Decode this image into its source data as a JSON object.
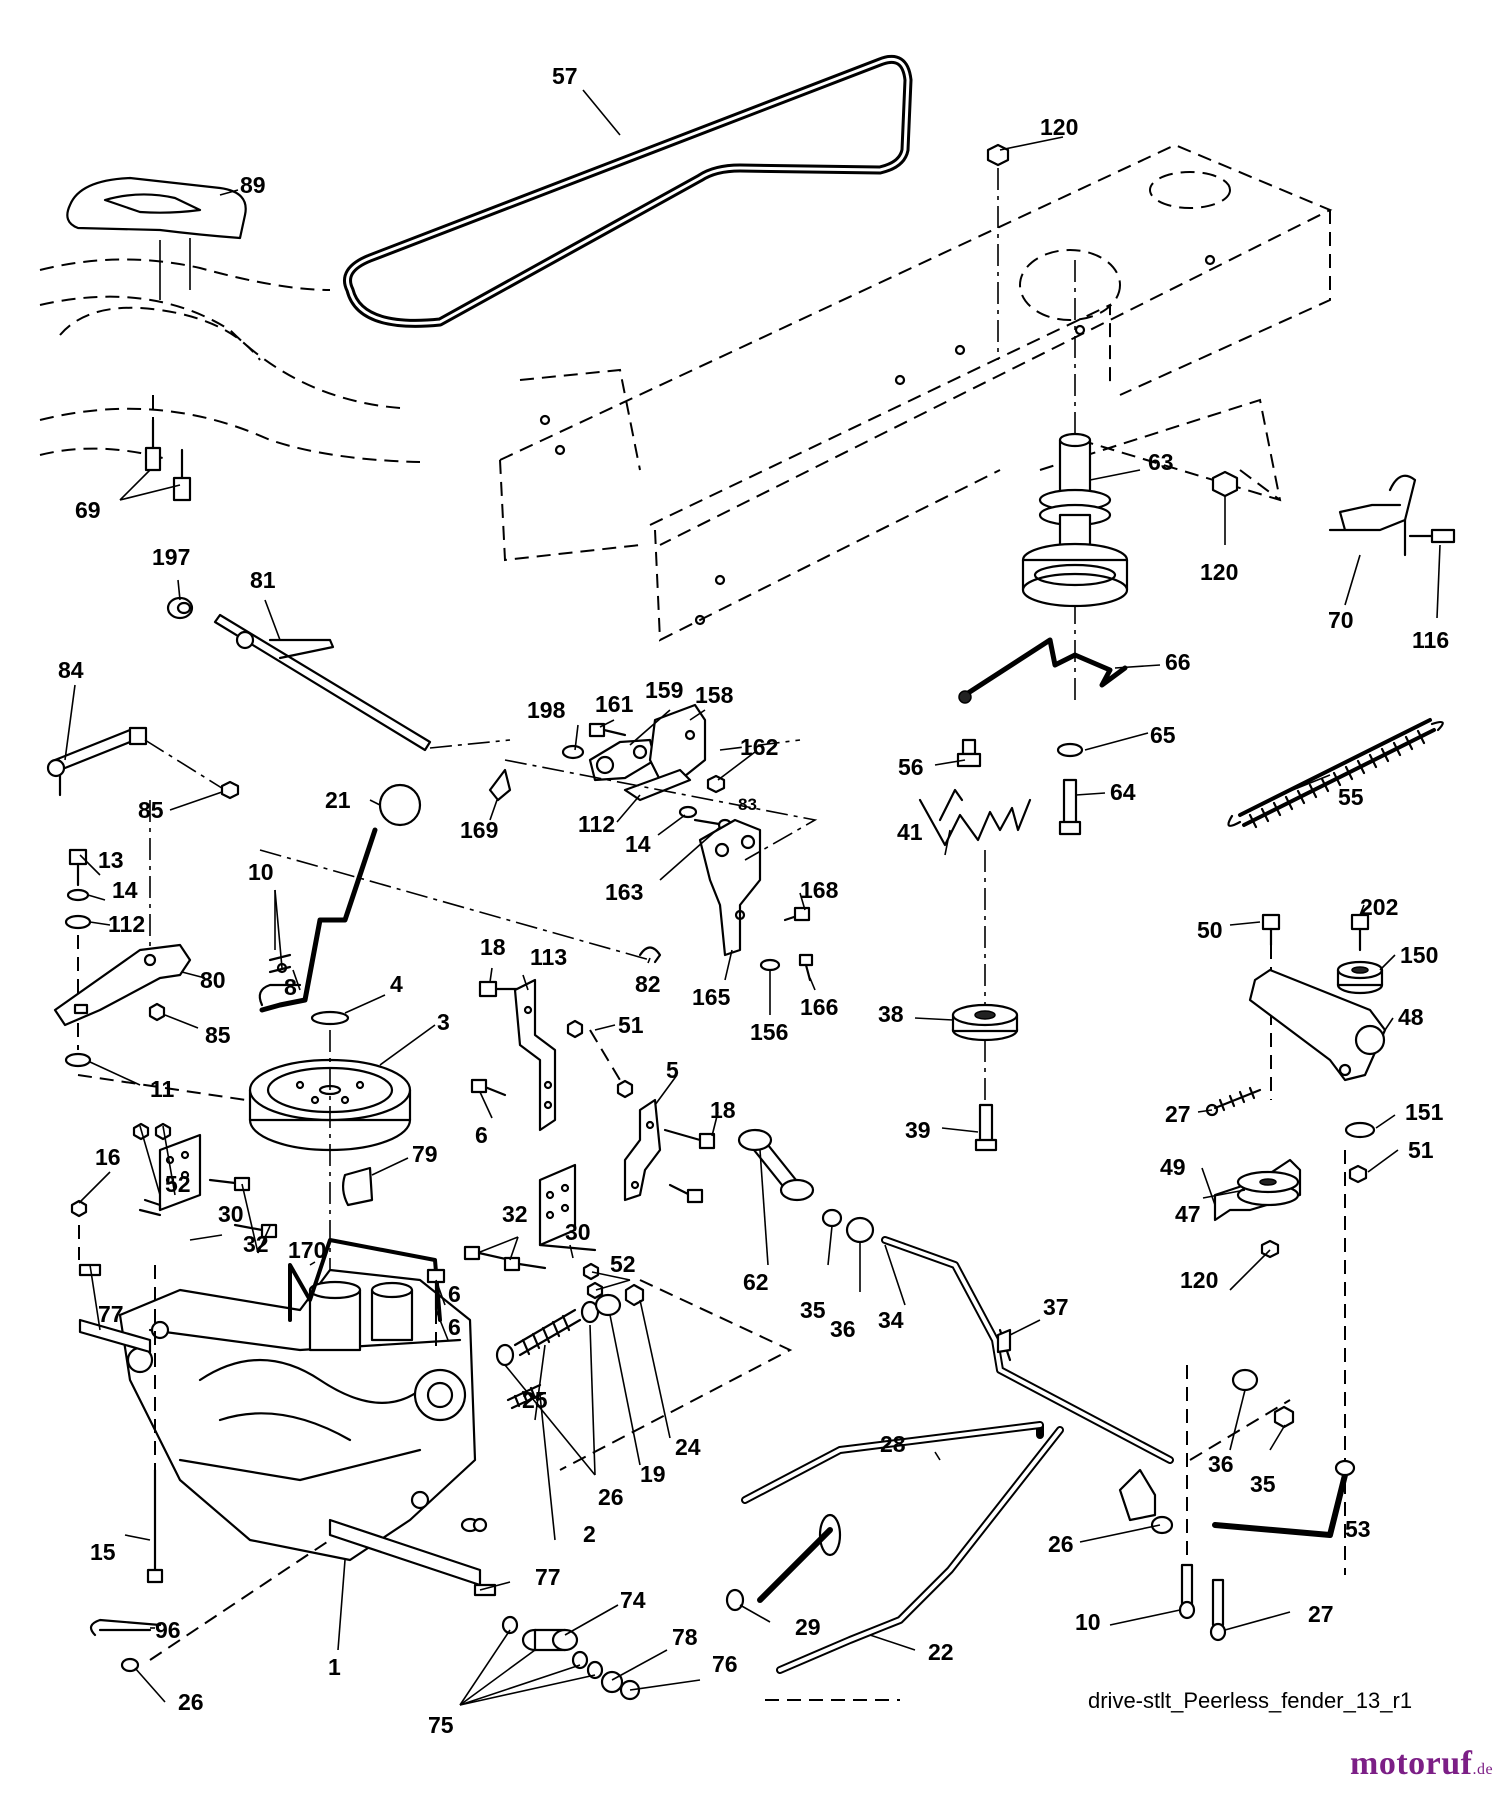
{
  "caption": "drive-stlt_Peerless_fender_13_r1",
  "brand": {
    "name": "motoruf",
    "tld": ".de",
    "color": "#7c1f86"
  },
  "callouts": {
    "c57": "57",
    "c120a": "120",
    "c89": "89",
    "c69": "69",
    "c63": "63",
    "c120b": "120",
    "c70": "70",
    "c116": "116",
    "c197": "197",
    "c81": "81",
    "c84": "84",
    "c66": "66",
    "c85a": "85",
    "c198": "198",
    "c161": "161",
    "c159": "159",
    "c158": "158",
    "c162": "162",
    "c65": "65",
    "c56": "56",
    "c64": "64",
    "c55": "55",
    "c21": "21",
    "c169": "169",
    "c112a": "112",
    "c14a": "14",
    "c83": "83",
    "c163": "163",
    "c41": "41",
    "c13": "13",
    "c10a": "10",
    "c14b": "14",
    "c112b": "112",
    "c80": "80",
    "c8": "8",
    "c4": "4",
    "c82": "82",
    "c168": "168",
    "c165": "165",
    "c166": "166",
    "c156": "156",
    "c18a": "18",
    "c113": "113",
    "c50": "50",
    "c202": "202",
    "c150": "150",
    "c38": "38",
    "c48": "48",
    "c85b": "85",
    "c3": "3",
    "c11": "11",
    "c51a": "51",
    "c6a": "6",
    "c5": "5",
    "c18b": "18",
    "c27a": "27",
    "c151": "151",
    "c39": "39",
    "c79": "79",
    "c51b": "51",
    "c49": "49",
    "c16": "16",
    "c52a": "52",
    "c30a": "30",
    "c32a": "32",
    "c170": "170",
    "c6b": "6",
    "c47": "47",
    "c62": "62",
    "c32b": "32",
    "c30b": "30",
    "c52b": "52",
    "c120c": "120",
    "c35a": "35",
    "c36a": "36",
    "c34": "34",
    "c37": "37",
    "c77a": "77",
    "c6c": "6",
    "c25": "25",
    "c24": "24",
    "c19": "19",
    "c28": "28",
    "c36b": "36",
    "c35b": "35",
    "c26a": "26",
    "c2": "2",
    "c53": "53",
    "c26b": "26",
    "c15": "15",
    "c77b": "77",
    "c29": "29",
    "c10b": "10",
    "c27b": "27",
    "c96": "96",
    "c1": "1",
    "c74": "74",
    "c22": "22",
    "c78": "78",
    "c76": "76",
    "c26c": "26",
    "c75": "75"
  }
}
